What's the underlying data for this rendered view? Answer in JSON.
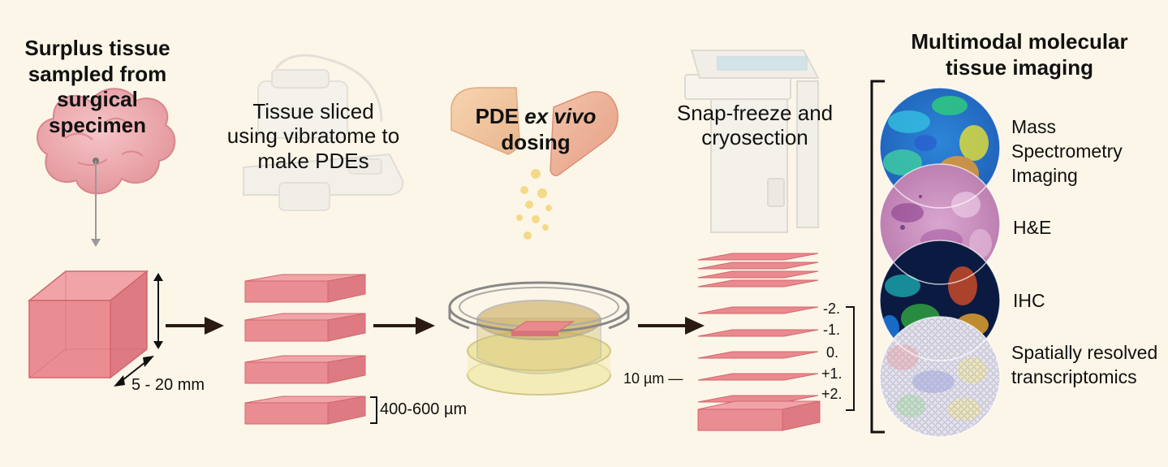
{
  "steps": {
    "surplus": {
      "title": "Surplus tissue sampled from surgical specimen",
      "dim": "5 - 20 mm"
    },
    "slice": {
      "title": "Tissue sliced using vibratome to make PDEs",
      "dim": "400-600 µm"
    },
    "dosing": {
      "title_a": "PDE ",
      "title_b": "ex vivo",
      "title_c": "dosing"
    },
    "freeze": {
      "title": "Snap-freeze and cryosection",
      "thickness": "10 µm —"
    },
    "imaging": {
      "title": "Multimodal molecular tissue imaging"
    }
  },
  "sections": [
    "-2.",
    "-1.",
    "0.",
    "+1.",
    "+2."
  ],
  "modalities": [
    "Mass Spectrometry Imaging",
    "H&E",
    "IHC",
    "Spatially resolved transcriptomics"
  ],
  "colors": {
    "background": "#fcf6e8",
    "tissue": "#e98a8f",
    "tissue_edge": "#d2666e",
    "arrow": "#2a1a12"
  }
}
